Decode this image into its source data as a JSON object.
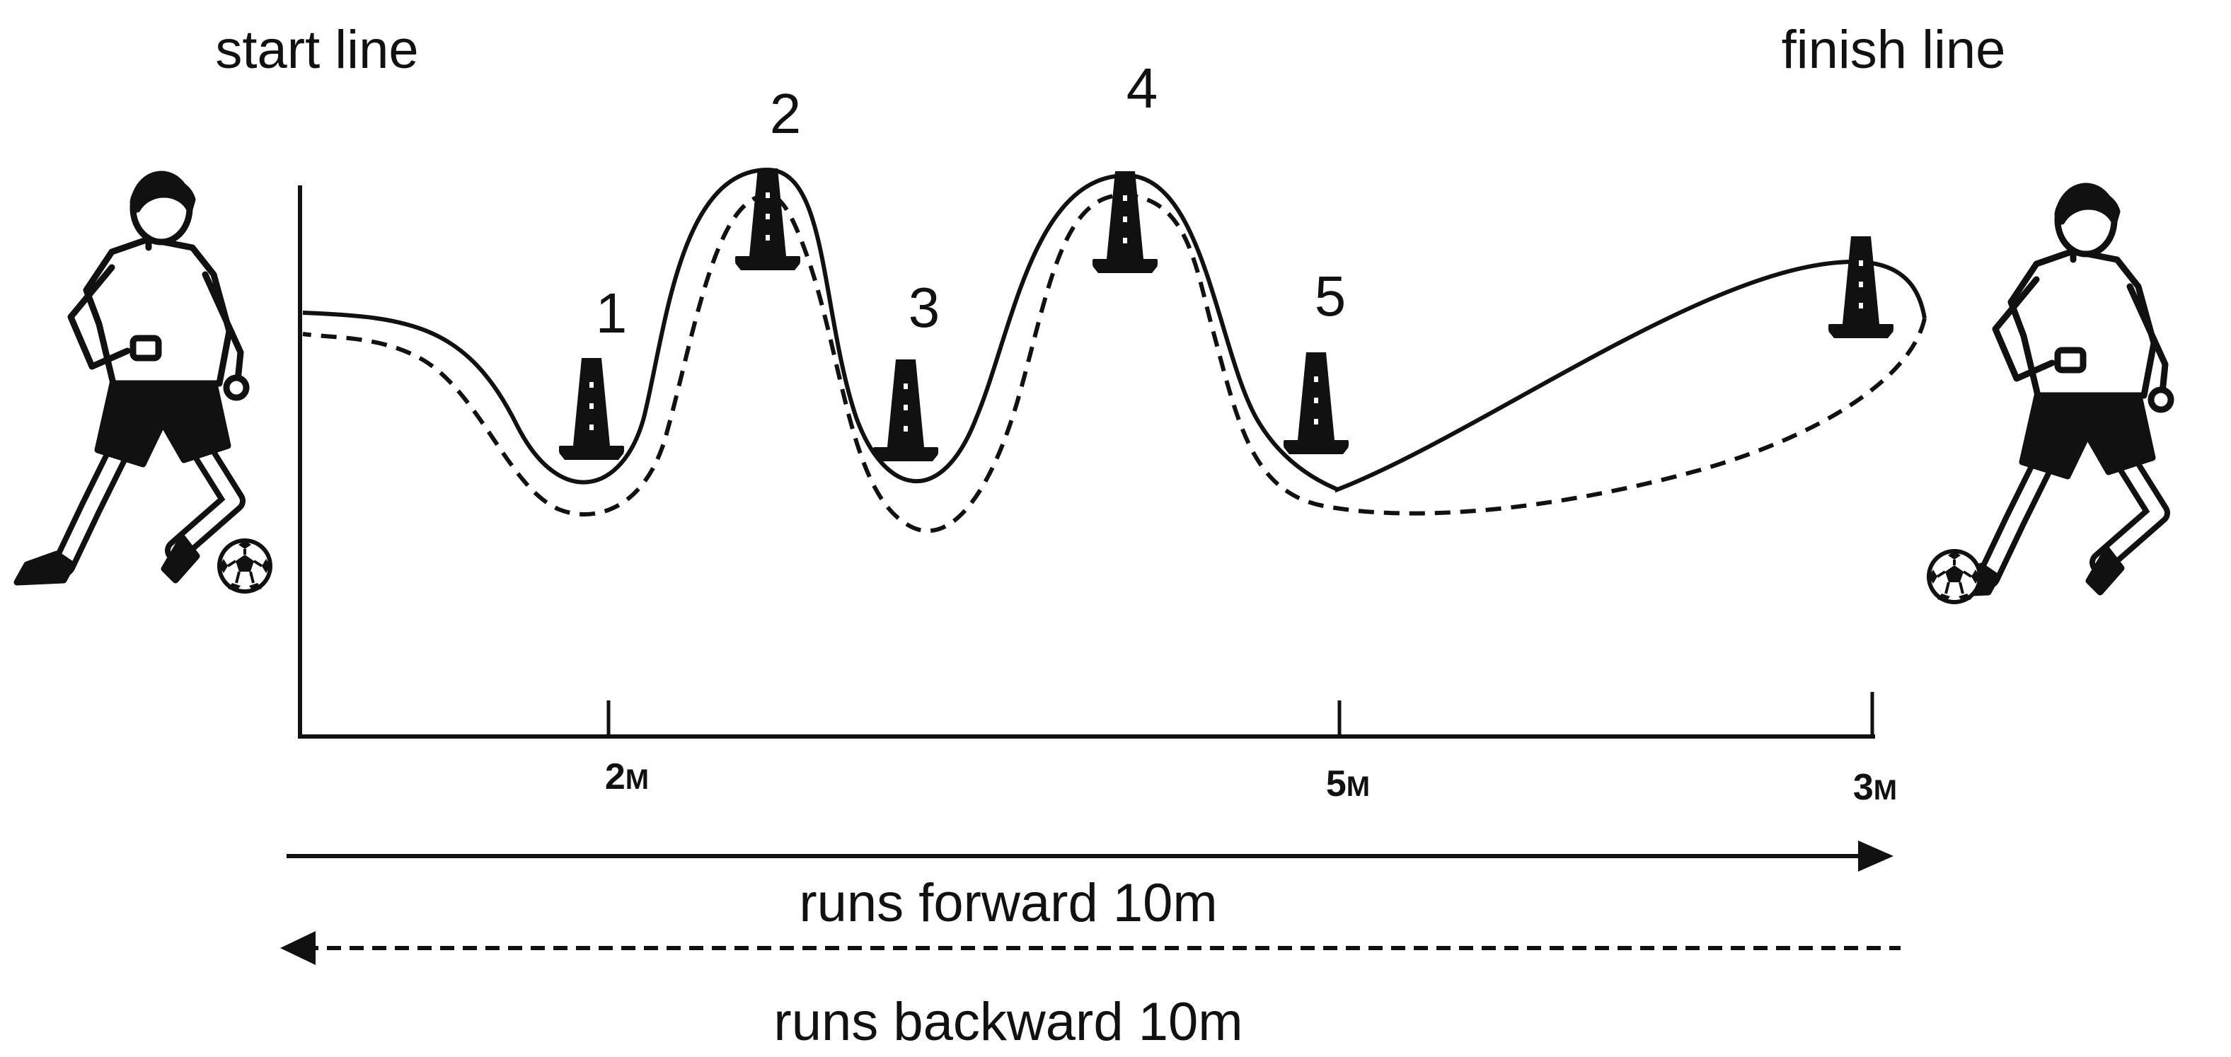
{
  "labels": {
    "start": "start line",
    "finish": "finish line",
    "forward": "runs forward 10m",
    "backward": "runs backward 10m"
  },
  "cones": [
    {
      "number": "1"
    },
    {
      "number": "2"
    },
    {
      "number": "3"
    },
    {
      "number": "4"
    },
    {
      "number": "5"
    },
    {
      "number": ""
    }
  ],
  "distances": [
    {
      "value": "2",
      "unit": "M"
    },
    {
      "value": "5",
      "unit": "M"
    },
    {
      "value": "3",
      "unit": "M"
    }
  ],
  "icons": {
    "player_left": "soccer-player-icon",
    "player_right": "soccer-player-icon",
    "ball": "soccer-ball-icon",
    "cone": "training-cone-icon"
  },
  "colors": {
    "ink": "#111111",
    "background": "#ffffff"
  }
}
